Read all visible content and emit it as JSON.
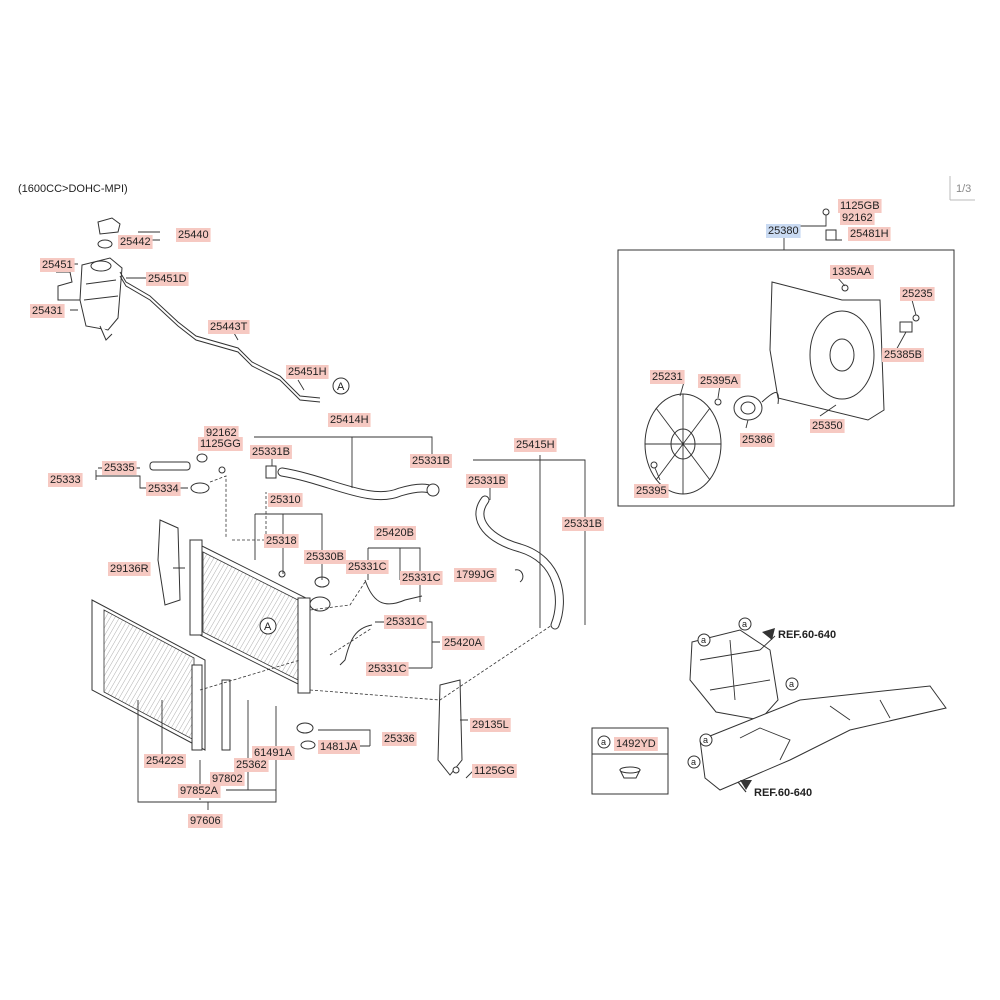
{
  "header": {
    "engine_label": "(1600CC>DOHC-MPI)",
    "page_indicator": "1/3"
  },
  "colors": {
    "label_fill": "#f6c9c2",
    "highlight_fill": "#c9daf2",
    "line": "#333333"
  },
  "labels": {
    "p25440": "25440",
    "p25442": "25442",
    "p25451": "25451",
    "p25451D": "25451D",
    "p25431": "25431",
    "p25443T": "25443T",
    "p25451H": "25451H",
    "p25414H": "25414H",
    "p92162a": "92162",
    "p1125GGa": "1125GG",
    "p25331Ba": "25331B",
    "p25331Bb": "25331B",
    "p25335": "25335",
    "p25333": "25333",
    "p25334": "25334",
    "p25310": "25310",
    "p25318": "25318",
    "p25330B": "25330B",
    "p25420B": "25420B",
    "p25331Ca": "25331C",
    "p25331Cb": "25331C",
    "p25331Cc": "25331C",
    "p25331Cd": "25331C",
    "p25420A": "25420A",
    "p29136R": "29136R",
    "p25415H": "25415H",
    "p25331Bc": "25331B",
    "p25331Bd": "25331B",
    "p1799JG": "1799JG",
    "p29135L": "29135L",
    "p25336": "25336",
    "p1481JA": "1481JA",
    "p1125GGb": "1125GG",
    "p25422S": "25422S",
    "p25362": "25362",
    "p61491A": "61491A",
    "p97802": "97802",
    "p97852A": "97852A",
    "p97606": "97606",
    "p25380": "25380",
    "p1125GB": "1125GB",
    "p92162b": "92162",
    "p25481H": "25481H",
    "p1335AA": "1335AA",
    "p25235": "25235",
    "p25385B": "25385B",
    "p25231": "25231",
    "p25395A": "25395A",
    "p25386": "25386",
    "p25350": "25350",
    "p25395": "25395",
    "p1492YD": "1492YD",
    "ref1": "REF.60-640",
    "ref2": "REF.60-640",
    "callout_A": "A",
    "callout_a": "a"
  }
}
